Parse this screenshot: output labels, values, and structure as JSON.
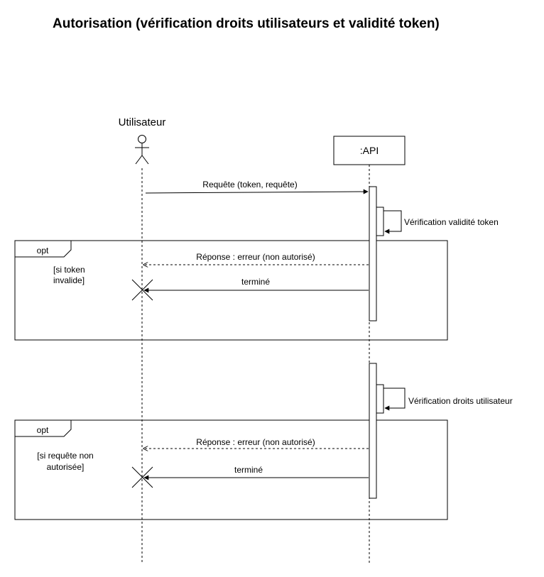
{
  "title": "Autorisation (vérification droits utilisateurs et validité token)",
  "participants": {
    "user": "Utilisateur",
    "api": ":API"
  },
  "messages": {
    "request": "Requête (token, requête)",
    "check_token": "Vérification validité token",
    "check_rights": "Vérification droits utilisateur",
    "error_1": "Réponse : erreur (non autorisé)",
    "end_1": "terminé",
    "error_2": "Réponse : erreur (non autorisé)",
    "end_2": "terminé"
  },
  "fragments": [
    {
      "operator": "opt",
      "guard_line1": "[si token",
      "guard_line2": "invalide]"
    },
    {
      "operator": "opt",
      "guard_line1": "[si requête non",
      "guard_line2": "autorisée]"
    }
  ]
}
